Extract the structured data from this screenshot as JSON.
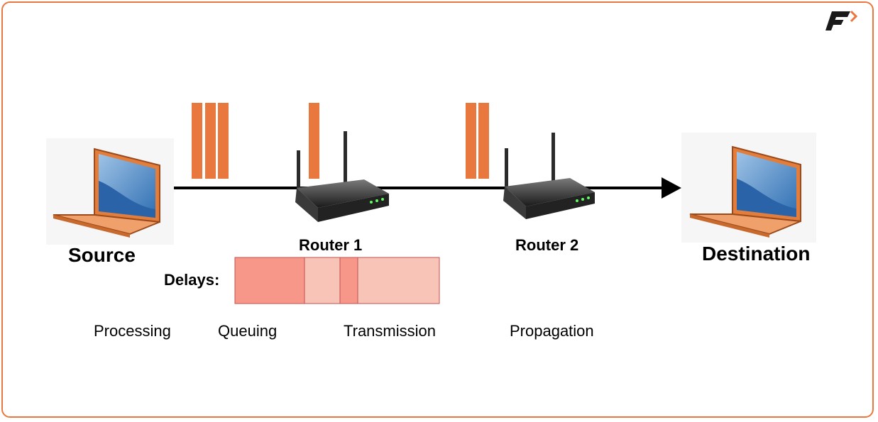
{
  "nodes": {
    "source": "Source",
    "router1": "Router 1",
    "router2": "Router 2",
    "destination": "Destination"
  },
  "delays": {
    "label": "Delays:",
    "types": [
      "Processing",
      "Queuing",
      "Transmission",
      "Propagation"
    ]
  },
  "colors": {
    "accent": "#e8783e",
    "delay_dark": "#f7978a",
    "delay_light": "#f9c4b8",
    "delay_border": "#c0504d"
  },
  "icons": [
    "logo-icon",
    "laptop-icon",
    "router-icon",
    "arrow-head-icon"
  ]
}
